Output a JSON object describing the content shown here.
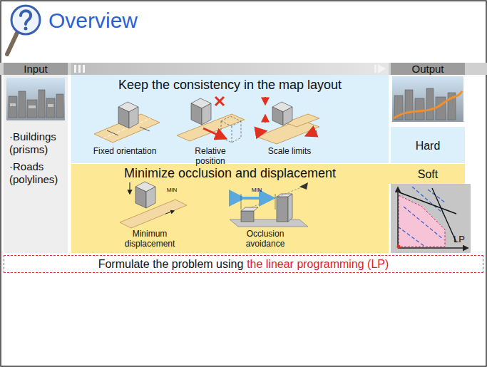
{
  "diagram": {
    "title": "Overview",
    "nodes": [
      {
        "text": [
          "Input",
          "·Buildings (prisms)",
          "·Roads (polylines)"
        ]
      },
      {
        "text": [
          "Keep the consistency in the map layout"
        ]
      },
      {
        "text": [
          "Output"
        ]
      },
      {
        "text": [
          "Minimize occlusion and displacement"
        ]
      },
      {
        "text": [
          "LP"
        ]
      },
      {
        "text": [
          "Formulate the problem using",
          "the linear programming (LP)"
        ]
      }
    ],
    "labels": [
      "Fixed orientation",
      "Relative position",
      "Scale limits",
      "Hard",
      "Soft",
      "MIN",
      "Minimum displacement",
      "MIN",
      "Occlusion avoidance"
    ]
  }
}
